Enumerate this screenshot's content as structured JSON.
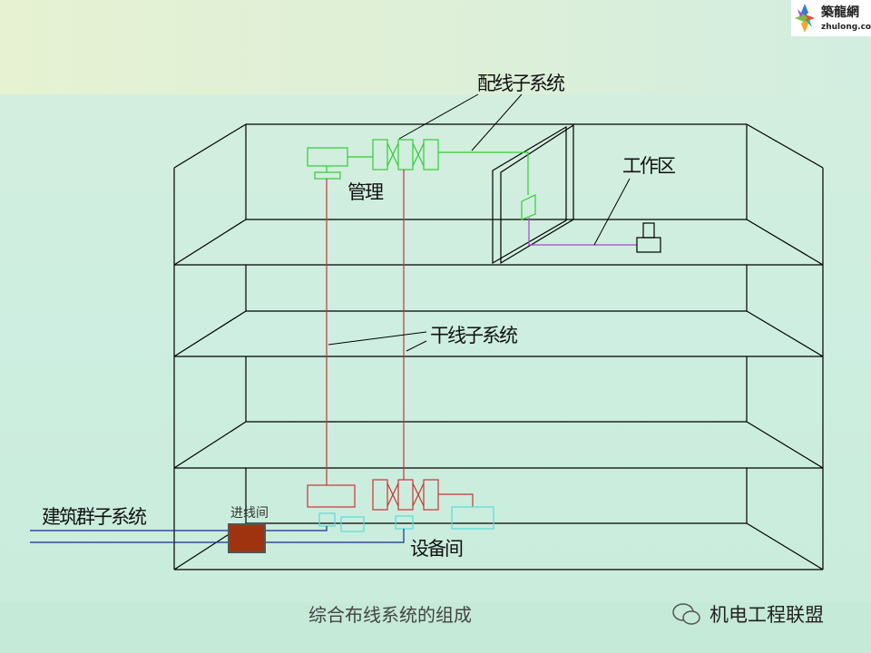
{
  "logo": {
    "name_cn": "築龍網",
    "domain": "zhulong.com"
  },
  "labels": {
    "horizontal_subsystem": "配线子系统",
    "management": "管理",
    "work_area": "工作区",
    "backbone_subsystem": "干线子系统",
    "campus_subsystem": "建筑群子系统",
    "entrance_room": "进线间",
    "equipment_room": "设备间"
  },
  "caption": "综合布线系统的组成",
  "watermark": "机电工程联盟",
  "colors": {
    "horizontal": "#33cc33",
    "backbone": "#cc3333",
    "workarea": "#aa44cc",
    "equipment": "#55dddd",
    "campus": "#1a2a9a",
    "entrance_box": "#a0330f"
  }
}
